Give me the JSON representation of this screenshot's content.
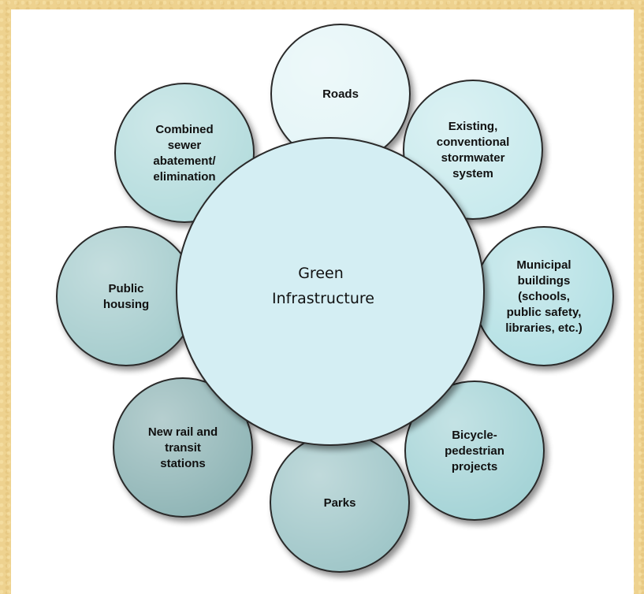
{
  "center": {
    "lines": [
      "Green",
      "Infrastructure"
    ]
  },
  "nodes": [
    {
      "name": "roads",
      "lines": [
        "Roads"
      ],
      "fill": "#e4f5f7"
    },
    {
      "name": "existing-stormwater",
      "lines": [
        "Existing,",
        "conventional",
        "stormwater",
        "system"
      ],
      "fill": "#c8eaed"
    },
    {
      "name": "municipal-buildings",
      "lines": [
        "Municipal",
        "buildings",
        "(schools,",
        "public safety,",
        "libraries, etc.)"
      ],
      "fill": "#b3e0e4"
    },
    {
      "name": "bicycle-pedestrian",
      "lines": [
        "Bicycle-",
        "pedestrian",
        "projects"
      ],
      "fill": "#a4d3d6"
    },
    {
      "name": "parks",
      "lines": [
        "Parks"
      ],
      "fill": "#9fc6c8"
    },
    {
      "name": "new-rail-transit",
      "lines": [
        "New rail and",
        "transit",
        "stations"
      ],
      "fill": "#8fb5b6"
    },
    {
      "name": "public-housing",
      "lines": [
        "Public",
        "housing"
      ],
      "fill": "#a5cccd"
    },
    {
      "name": "combined-sewer",
      "lines": [
        "Combined",
        "sewer",
        "abatement/",
        "elimination"
      ],
      "fill": "#b4dcdd"
    }
  ],
  "colors": {
    "center_fill": "#d4eef3",
    "stroke": "#2a2a2a"
  }
}
